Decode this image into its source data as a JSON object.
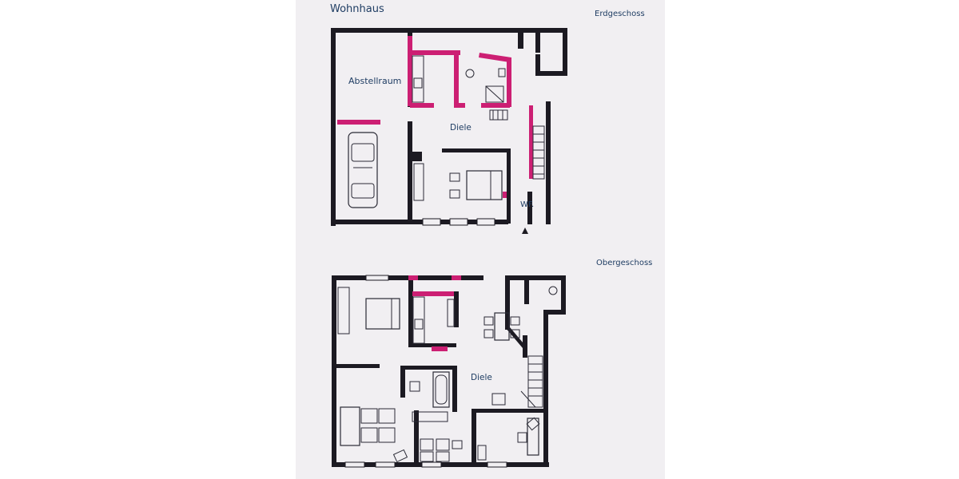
{
  "document": {
    "title": "Wohnhaus"
  },
  "floors": [
    {
      "title": "Erdgeschoss",
      "rooms": [
        "Abstellraum",
        "Diele",
        "WF."
      ]
    },
    {
      "title": "Obergeschoss",
      "rooms": [
        "Diele"
      ]
    }
  ],
  "colors": {
    "paper": "#f1eff2",
    "walls": "#1c1a22",
    "new_walls": "#cc1f73",
    "labels": "#1f3d63"
  }
}
